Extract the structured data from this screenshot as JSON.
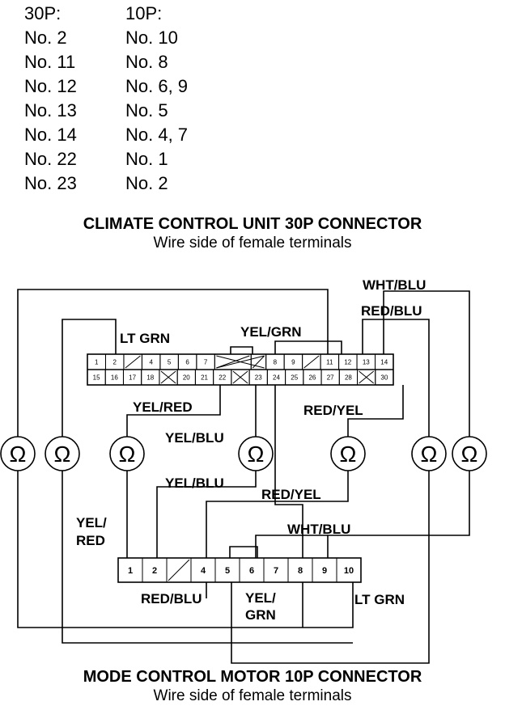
{
  "pin_table": {
    "header_30p": "30P:",
    "header_10p": "10P:",
    "rows": [
      {
        "p30": "No. 2",
        "p10": "No. 10"
      },
      {
        "p30": "No. 11",
        "p10": "No. 8"
      },
      {
        "p30": "No. 12",
        "p10": "No. 6, 9"
      },
      {
        "p30": "No. 13",
        "p10": "No. 5"
      },
      {
        "p30": "No. 14",
        "p10": "No. 4, 7"
      },
      {
        "p30": "No. 22",
        "p10": "No. 1"
      },
      {
        "p30": "No. 23",
        "p10": "No. 2"
      }
    ]
  },
  "connector_30p": {
    "title": "CLIMATE CONTROL UNIT 30P CONNECTOR",
    "subtitle": "Wire side of female terminals",
    "row1": [
      "1",
      "2",
      "",
      "4",
      "5",
      "6",
      "7",
      "",
      "",
      "8",
      "9",
      "",
      "11",
      "12",
      "13",
      "14"
    ],
    "row2": [
      "15",
      "16",
      "17",
      "18",
      "",
      "20",
      "21",
      "22",
      "",
      "23",
      "24",
      "25",
      "26",
      "27",
      "28",
      "",
      "30"
    ]
  },
  "connector_10p": {
    "title": "MODE CONTROL MOTOR 10P CONNECTOR",
    "subtitle": "Wire side of female terminals",
    "pins": [
      "1",
      "2",
      "",
      "4",
      "5",
      "6",
      "7",
      "8",
      "9",
      "10"
    ]
  },
  "wire_labels": {
    "wht_blu_top": "WHT/BLU",
    "red_blu_top": "RED/BLU",
    "lt_grn_top": "LT GRN",
    "yel_grn_top": "YEL/GRN",
    "yel_red_top": "YEL/RED",
    "red_yel_top": "RED/YEL",
    "yel_blu_mid": "YEL/BLU",
    "yel_blu_low": "YEL/BLU",
    "red_yel_low": "RED/YEL",
    "wht_blu_low": "WHT/BLU",
    "yel_red_side_1": "YEL/",
    "yel_red_side_2": "RED",
    "red_blu_bottom": "RED/BLU",
    "yel_grn_bottom_1": "YEL/",
    "yel_grn_bottom_2": "GRN",
    "lt_grn_bottom": "LT GRN"
  },
  "meter_symbol": "Ω"
}
